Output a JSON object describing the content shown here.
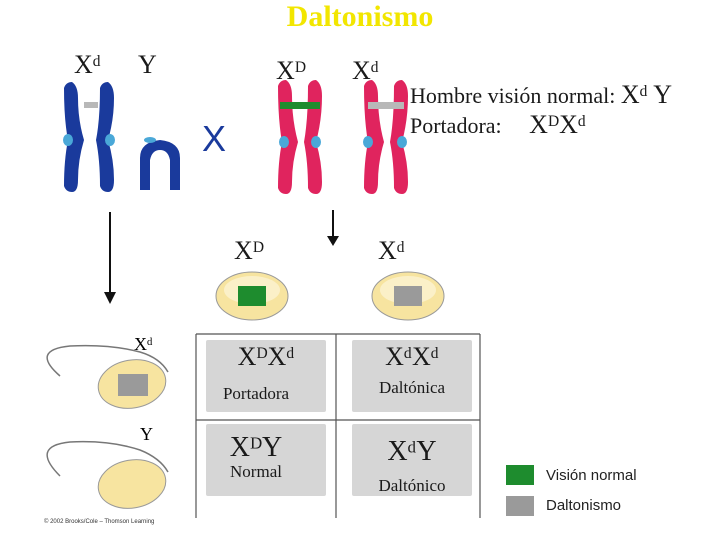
{
  "title": "Daltonismo",
  "parents": {
    "father_x": "Xᵈ",
    "father_y": "Y",
    "cross": "X",
    "mother_x1": "Xᴰ",
    "mother_x2": "Xᵈ"
  },
  "info": {
    "line1_text": "Hombre visión normal:",
    "line1_geno": "Xᵈ Y",
    "line2_text": "Portadora:",
    "line2_geno": "XᴰXᵈ"
  },
  "eggs": {
    "egg1": "Xᴰ",
    "egg2": "Xᵈ"
  },
  "sperm": {
    "sperm1": "Xᵈ",
    "sperm2": "Y"
  },
  "grid": {
    "c11_geno": "XᴰXᵈ",
    "c11_label": "Portadora",
    "c12_geno": "XᵈXᵈ",
    "c12_label": "Daltónica",
    "c21_geno": "XᴰY",
    "c21_label": "Normal",
    "c22_geno": "XᵈY",
    "c22_label": "Daltónico"
  },
  "legend": {
    "normal": "Visión normal",
    "colorblind": "Daltonismo"
  },
  "copyright": "© 2002 Brooks/Cole – Thomson Learning",
  "colors": {
    "title": "#f2e600",
    "father_chrom": "#1a3a9c",
    "mother_chrom": "#e0245e",
    "normal": "#1e8c2e",
    "colorblind": "#9a9a9a"
  }
}
